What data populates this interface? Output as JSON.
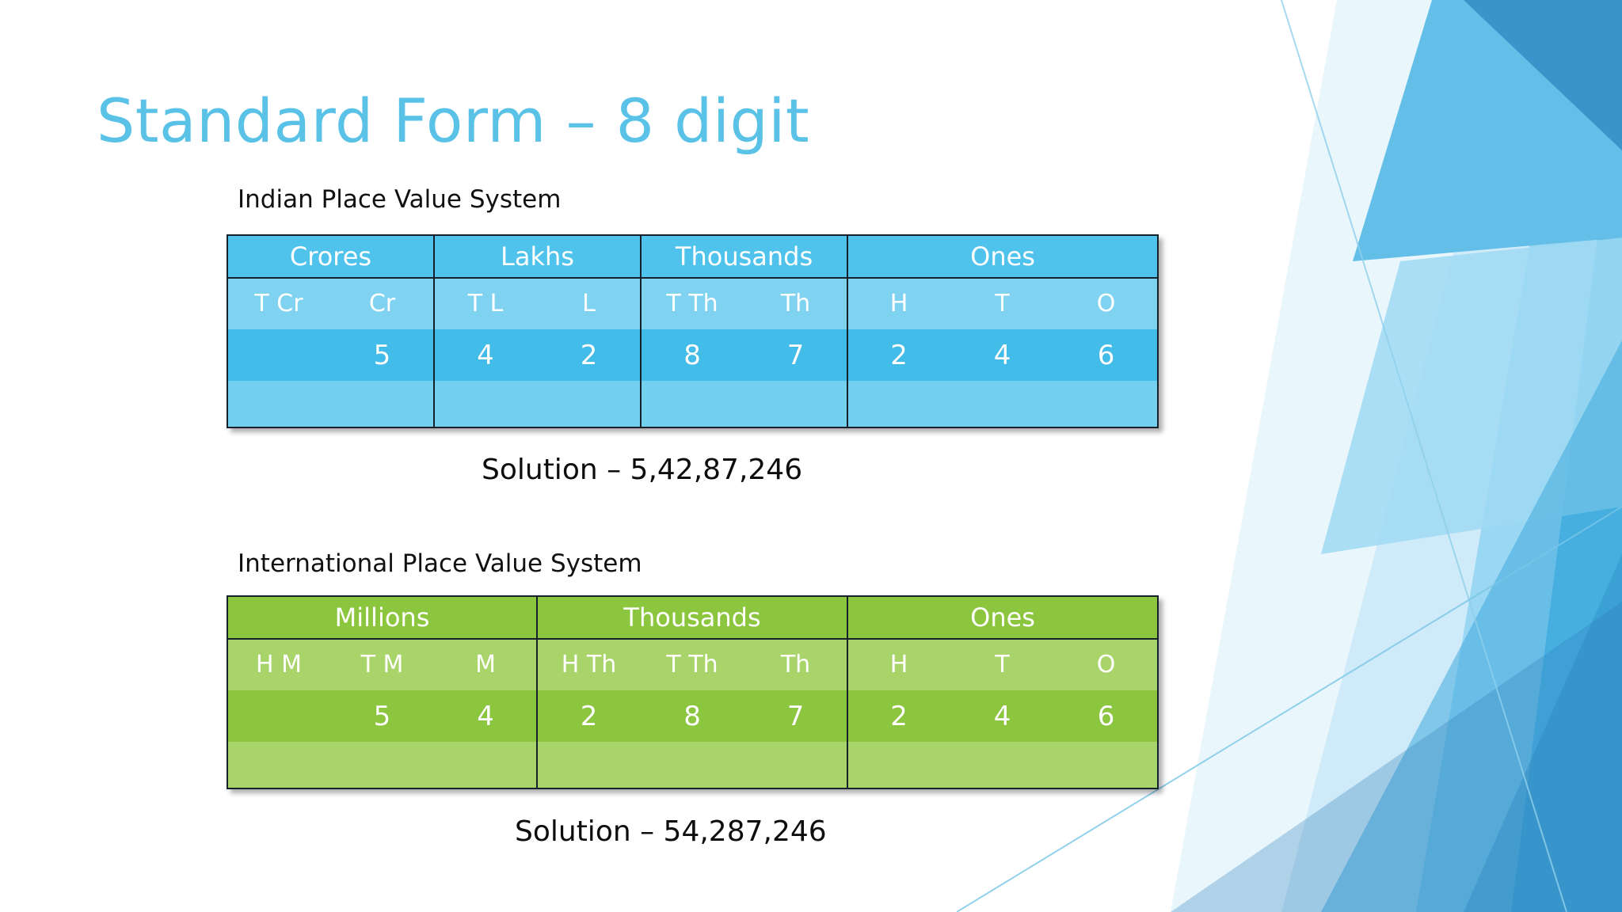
{
  "slide": {
    "title": "Standard Form – 8 digit",
    "title_color": "#5BC2E7",
    "background": "#ffffff"
  },
  "indian": {
    "caption": "Indian Place Value System",
    "accent_color": "#4FC3EC",
    "groups": [
      {
        "label": "Crores",
        "columns": [
          "T Cr",
          "Cr"
        ]
      },
      {
        "label": "Lakhs",
        "columns": [
          "T L",
          "L"
        ]
      },
      {
        "label": "Thousands",
        "columns": [
          "T Th",
          "Th"
        ]
      },
      {
        "label": "Ones",
        "columns": [
          "H",
          "T",
          "O"
        ]
      }
    ],
    "digits": [
      "",
      "5",
      "4",
      "2",
      "8",
      "7",
      "2",
      "4",
      "6"
    ],
    "solution": "Solution – 5,42,87,246"
  },
  "international": {
    "caption": "International Place Value System",
    "accent_color": "#8CC63E",
    "groups": [
      {
        "label": "Millions",
        "columns": [
          "H M",
          "T M",
          "M"
        ]
      },
      {
        "label": "Thousands",
        "columns": [
          "H Th",
          "T Th",
          "Th"
        ]
      },
      {
        "label": "Ones",
        "columns": [
          "H",
          "T",
          "O"
        ]
      }
    ],
    "digits": [
      "",
      "5",
      "4",
      "2",
      "8",
      "7",
      "2",
      "4",
      "6"
    ],
    "solution": "Solution – 54,287,246"
  }
}
